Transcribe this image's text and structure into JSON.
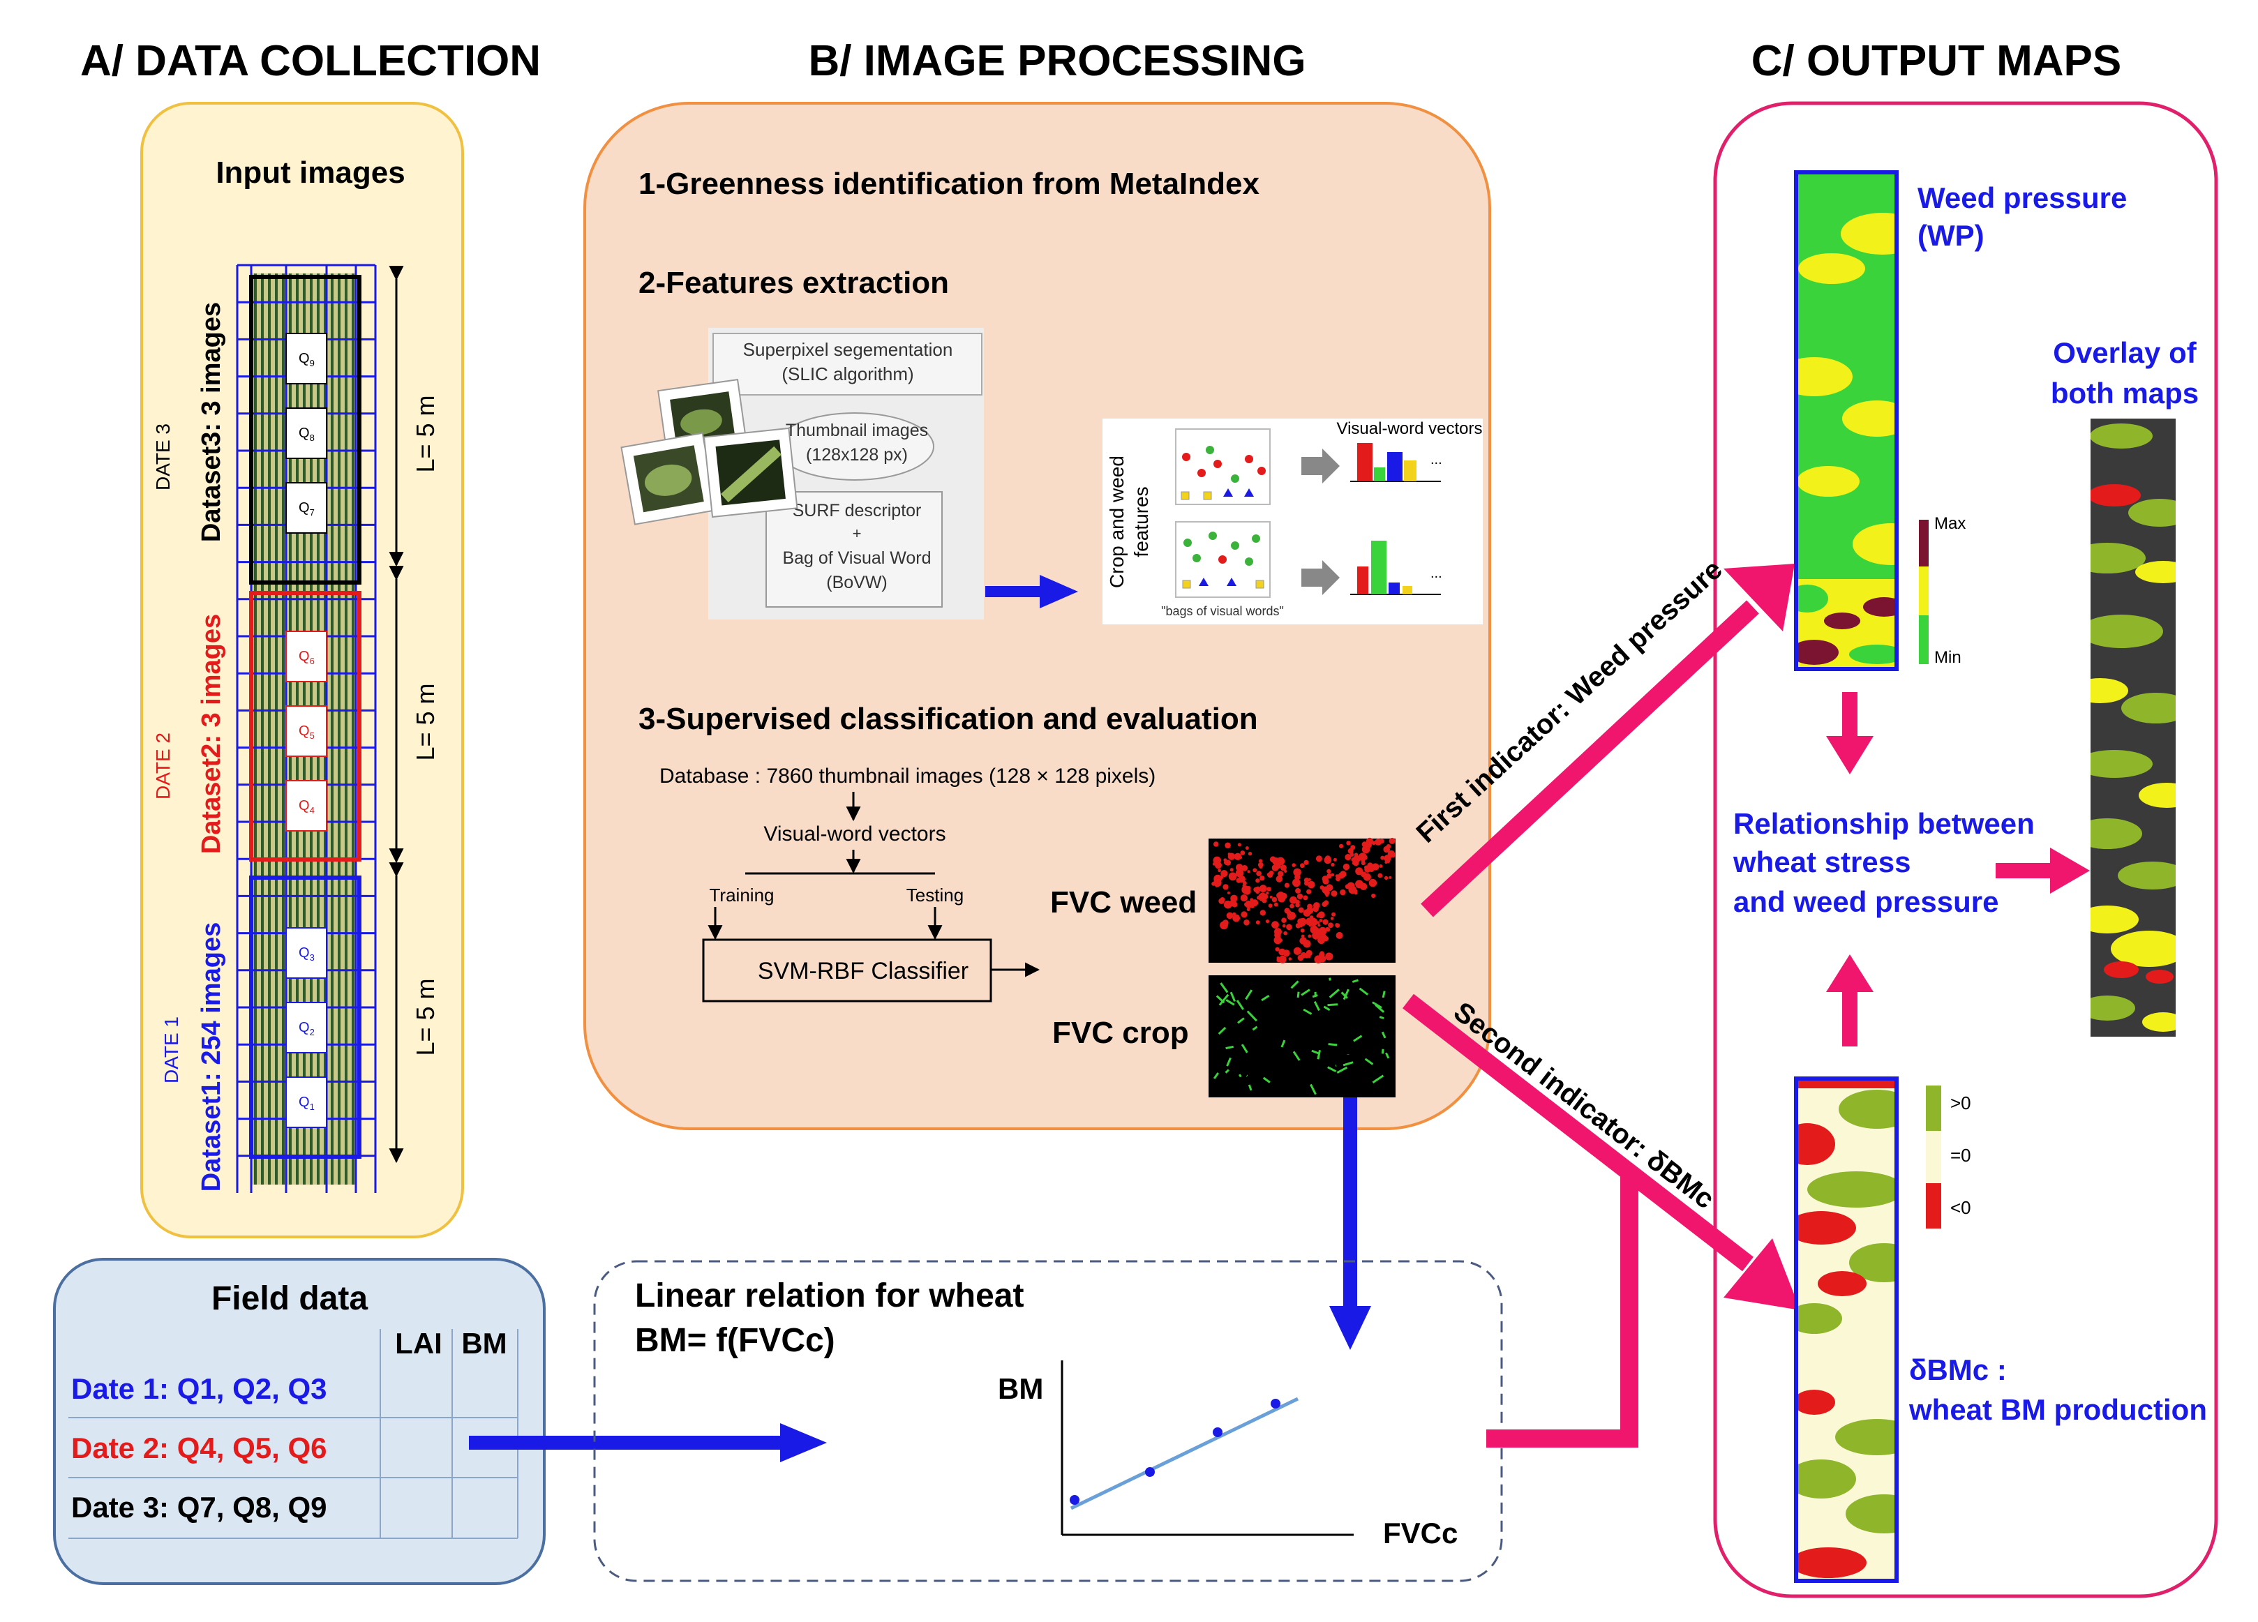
{
  "colors": {
    "blue": "#1a1ae6",
    "red": "#e31b1b",
    "pink": "#f0166e",
    "green": "#3bd33b",
    "yellow": "#f2f21a",
    "maroon": "#7a1430",
    "olive": "#8fb52b",
    "cream": "#fbf8d6",
    "peach": "#f9dcc8",
    "lightyellow": "#fff3d0",
    "lightblue": "#dbe6f3"
  },
  "sections": {
    "a": "A/ DATA COLLECTION",
    "b": "B/ IMAGE PROCESSING",
    "c": "C/ OUTPUT MAPS"
  },
  "input_images": {
    "title": "Input images",
    "date3": "DATE 3",
    "dataset3": "Dataset3: 3 images",
    "date2": "DATE 2",
    "dataset2": "Dataset2: 3 images",
    "date1": "DATE 1",
    "dataset1": "Dataset1: 254 images",
    "length": "L= 5 m",
    "q1": "Q",
    "q1s": "1",
    "q2": "Q",
    "q2s": "2",
    "q3": "Q",
    "q3s": "3",
    "q4": "Q",
    "q4s": "4",
    "q5": "Q",
    "q5s": "5",
    "q6": "Q",
    "q6s": "6",
    "q7": "Q",
    "q7s": "7",
    "q8": "Q",
    "q8s": "8",
    "q9": "Q",
    "q9s": "9"
  },
  "processing": {
    "step1": "1-Greenness identification from MetaIndex",
    "step2": "2-Features extraction",
    "superpixel1": "Superpixel segementation",
    "superpixel2": "(SLIC algorithm)",
    "thumb1": "Thumbnail images",
    "thumb2": "(128x128 px)",
    "surf": "SURF descriptor",
    "plus": "+",
    "bovw1": "Bag of Visual Word",
    "bovw2": "(BoVW)",
    "features1": "Crop and weed",
    "features2": "features",
    "vw_vectors": "Visual-word vectors",
    "bags": "\"bags of visual words\"",
    "ellipsis": "...",
    "step3": "3-Supervised classification and evaluation",
    "database": "Database : 7860 thumbnail images (128 × 128 pixels)",
    "vw2": "Visual-word vectors",
    "training": "Training",
    "testing": "Testing",
    "classifier": "SVM-RBF Classifier",
    "fvc_weed": "FVC weed",
    "fvc_crop": "FVC crop"
  },
  "field": {
    "title": "Field data",
    "col1": "LAI",
    "col2": "BM",
    "row1": "Date 1: Q1, Q2, Q3",
    "row2": "Date 2: Q4, Q5, Q6",
    "row3": "Date 3: Q7, Q8, Q9"
  },
  "linear": {
    "title": "Linear relation for wheat",
    "eq": "BM= f(FVCc)",
    "ylabel": "BM",
    "xlabel": "FVCc"
  },
  "indicators": {
    "first": "First indicator: Weed pressure",
    "second": "Second indicator: δBMc"
  },
  "outputs": {
    "wp1": "Weed pressure",
    "wp2": "(WP)",
    "max": "Max",
    "min": "Min",
    "overlay1": "Overlay of",
    "overlay2": "both  maps",
    "rel1": "Relationship between",
    "rel2": "wheat stress",
    "rel3": "and weed pressure",
    "gt0": ">0",
    "eq0": "=0",
    "lt0": "<0",
    "dbmc1": "δBMc :",
    "dbmc2": "wheat BM production"
  }
}
